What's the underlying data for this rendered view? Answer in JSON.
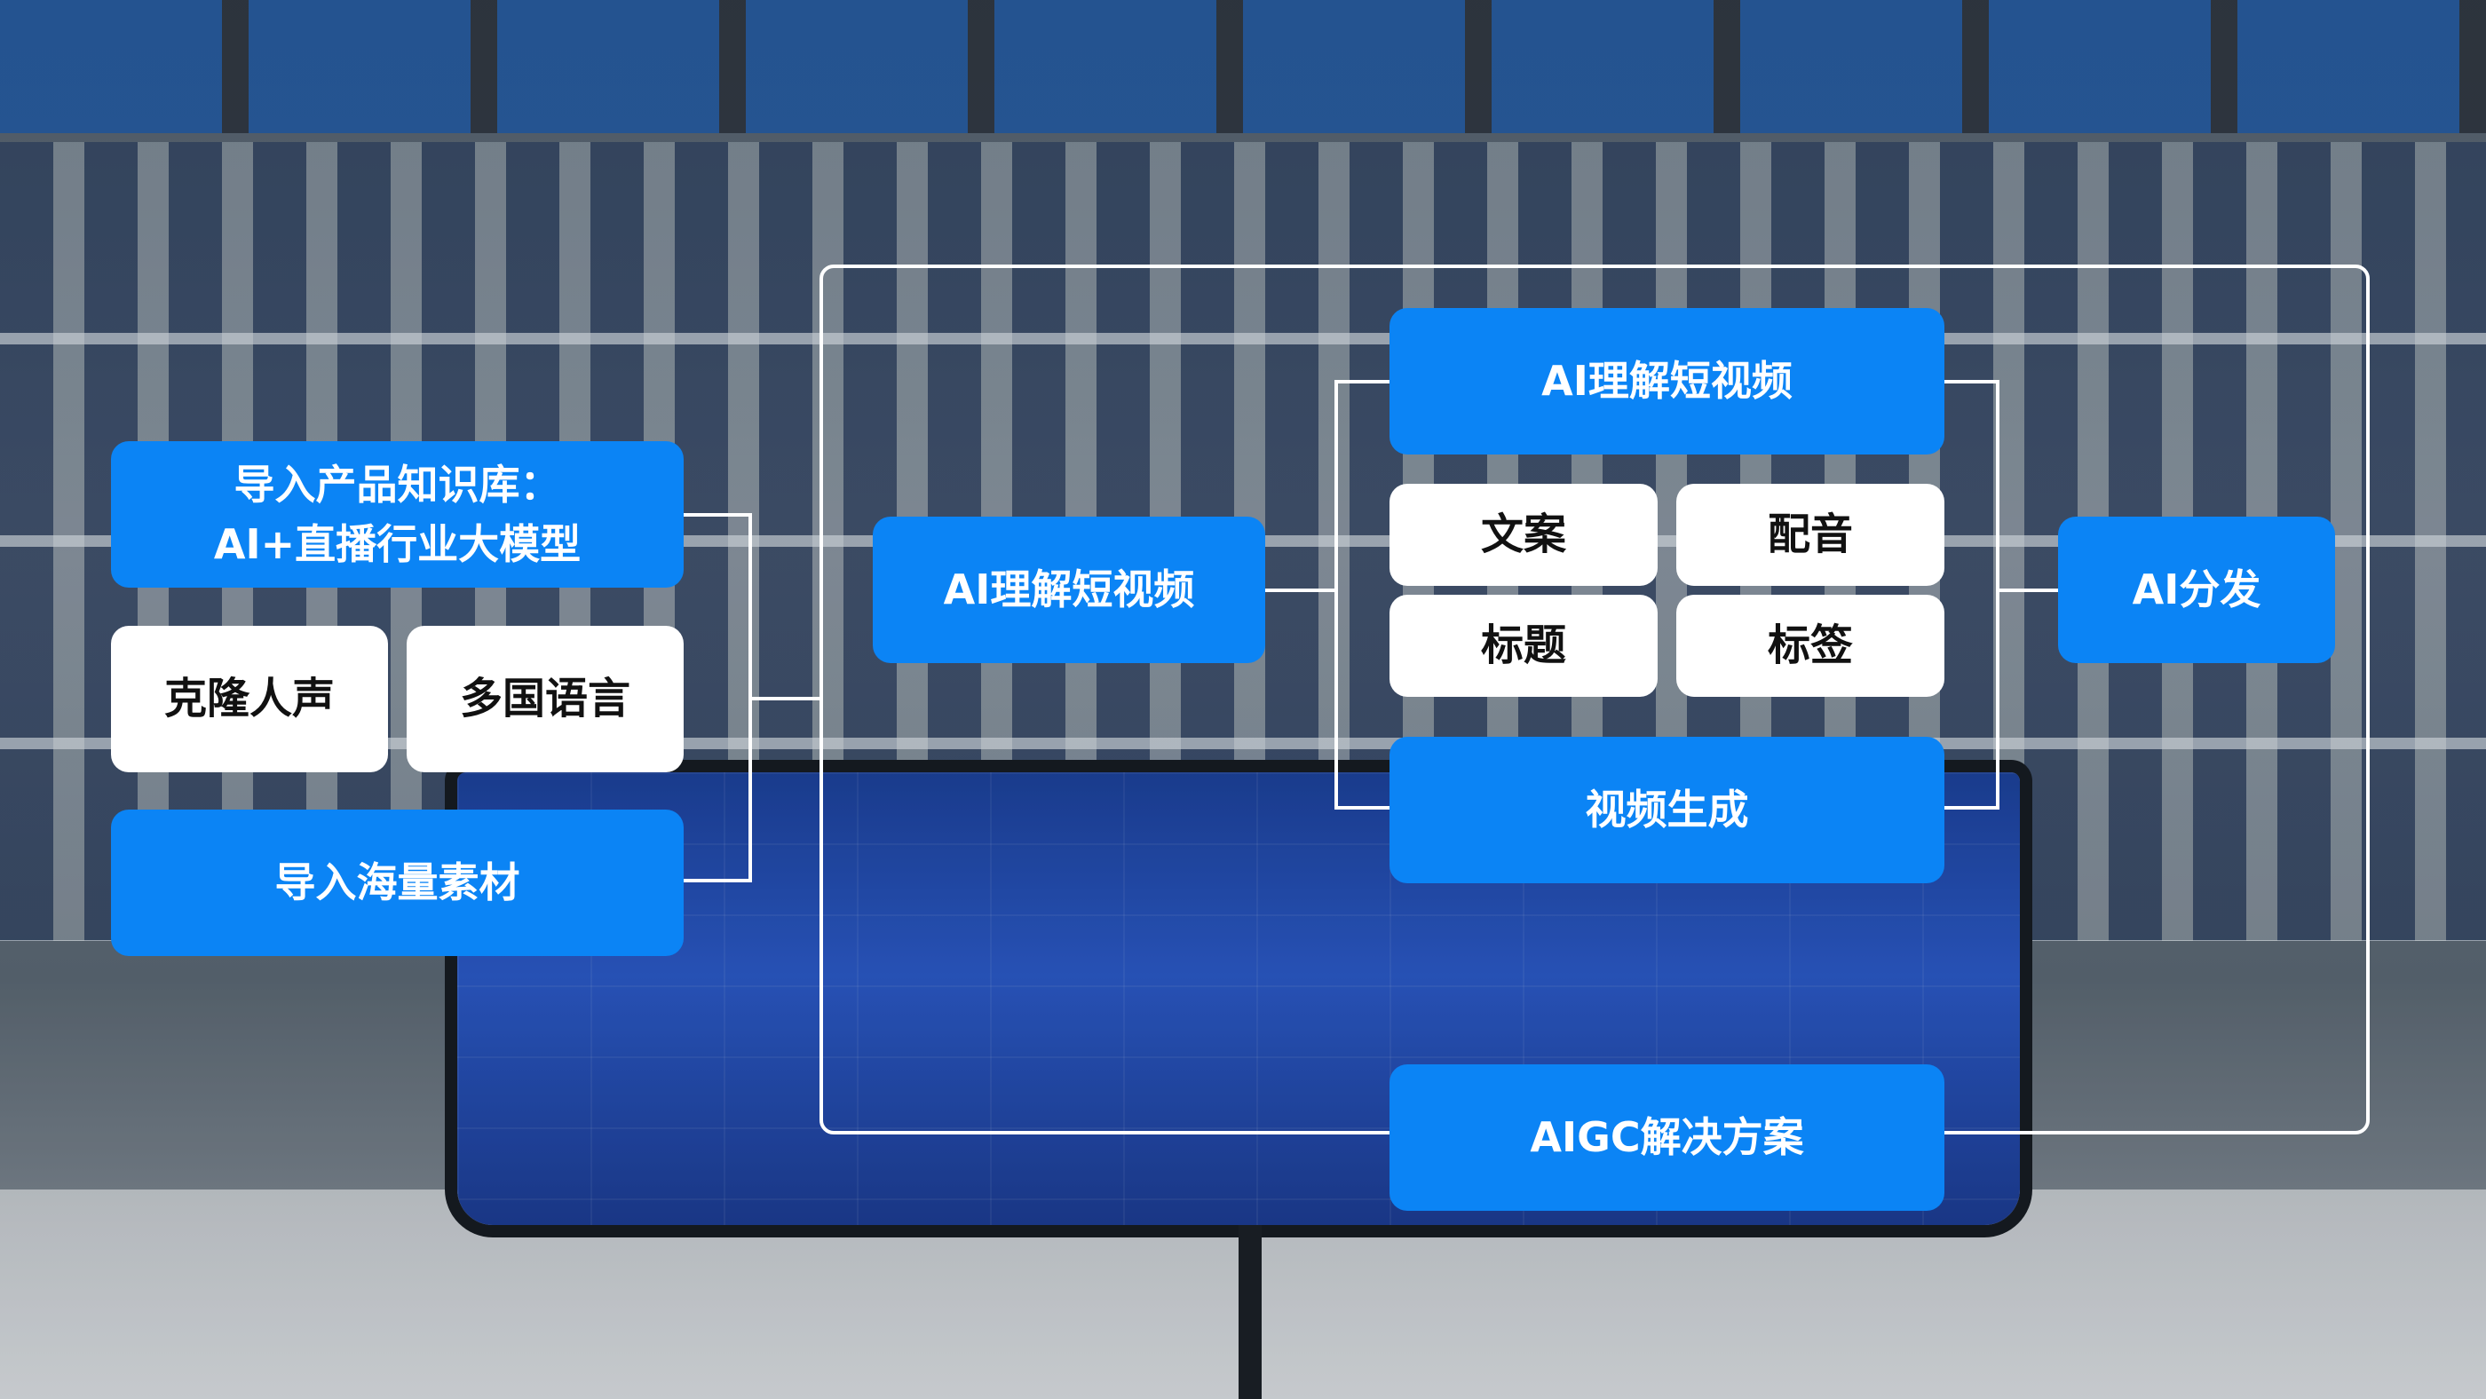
{
  "diagram": {
    "knowledge_base": {
      "line1": "导入产品知识库：",
      "line2": "AI+直播行业大模型"
    },
    "voice_clone": "克隆人声",
    "multi_language": "多国语言",
    "import_material": "导入海量素材",
    "ai_understand_center": "AI理解短视频",
    "ai_understand_top": "AI理解短视频",
    "copywriting": "文案",
    "dubbing": "配音",
    "title": "标题",
    "tags": "标签",
    "video_generation": "视频生成",
    "ai_distribution": "AI分发",
    "aigc_solution": "AIGC解决方案"
  },
  "colors": {
    "accent": "#0b84f5",
    "card": "#ffffff",
    "frame": "#ffffff"
  }
}
